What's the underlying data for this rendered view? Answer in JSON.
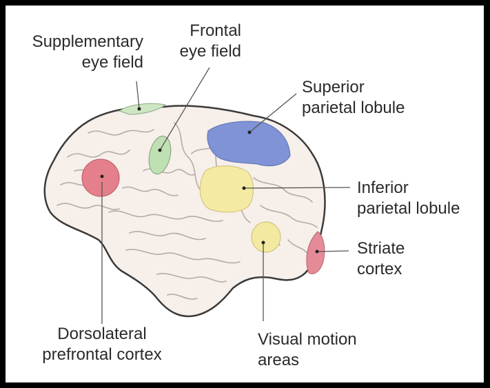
{
  "labels": {
    "supplementary_eye_field": [
      "Supplementary",
      "eye field"
    ],
    "frontal_eye_field": [
      "Frontal",
      "eye field"
    ],
    "superior_parietal_lobule": [
      "Superior",
      "parietal lobule"
    ],
    "inferior_parietal_lobule": [
      "Inferior",
      "parietal lobule"
    ],
    "striate_cortex": [
      "Striate",
      "cortex"
    ],
    "dorsolateral_prefrontal_cortex": [
      "Dorsolateral",
      "prefrontal cortex"
    ],
    "visual_motion_areas": [
      "Visual motion",
      "areas"
    ]
  },
  "colors": {
    "background": "#000000",
    "panel": "#ffffff",
    "brain_fill": "#f6efea",
    "brain_outline": "#3a3a3a",
    "sulcus": "#b7aaa4",
    "supplementary_eye_field": "#cfe6c3",
    "frontal_eye_field": "#bfe0b3",
    "superior_parietal_lobule": "#7f93d6",
    "inferior_parietal_lobule": "#f5eaa3",
    "striate_cortex": "#e58b98",
    "dorsolateral_prefrontal_cortex": "#e67f8c",
    "visual_motion_areas": "#f3e9a0",
    "leader_line": "#555555"
  }
}
